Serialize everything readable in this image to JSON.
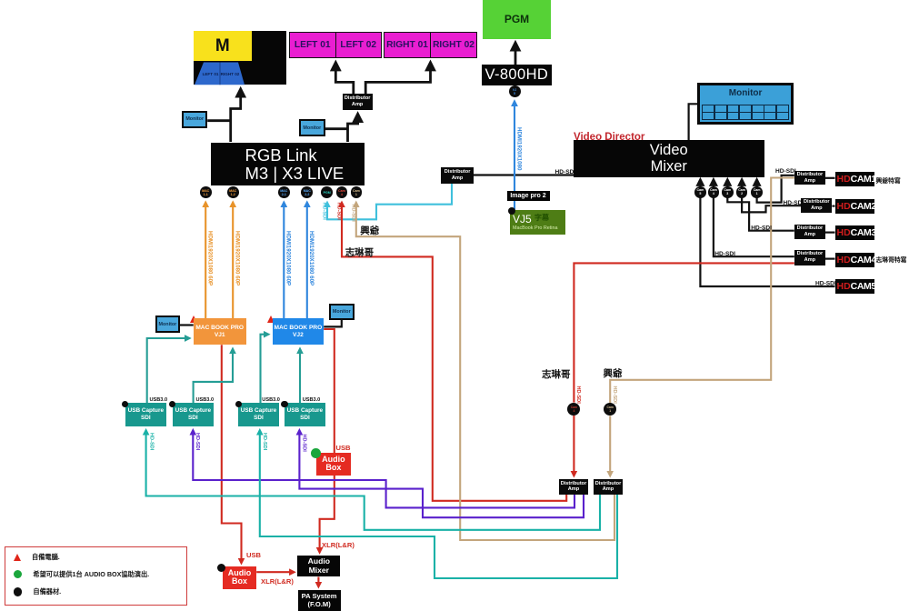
{
  "colors": {
    "magenta_screen": "#e91ed1",
    "yellow_screen": "#f8e11c",
    "blue_projection": "#2d68cc",
    "pgm_green": "#56d236",
    "monitor_blue": "#49a7dc",
    "device_black": "#060606",
    "vj1_orange": "#f2953b",
    "vj2_blue": "#2088e8",
    "vj5_green": "#4e7d15",
    "usb_capture_teal": "#18988e",
    "audio_red": "#e52b22",
    "wire_black": "#111111",
    "wire_orange": "#e8932a",
    "wire_blue": "#2f86dd",
    "wire_cyan": "#3fc0dc",
    "wire_red": "#d02a20",
    "wire_tan": "#c3a57c",
    "wire_purple": "#5a21cc",
    "wire_teal": "#19b1a7",
    "wire_usb3_teal": "#259d95",
    "director_red": "#c2272e",
    "hd_red": "#cf1d1d",
    "legend_border_red": "#cf3b3b"
  },
  "screens": {
    "m": "M",
    "m_left": "LEFT 01",
    "m_right": "RIGHT 02",
    "left1": "LEFT 01",
    "left2": "LEFT 02",
    "right1": "RIGHT 01",
    "right2": "RIGHT 02",
    "pgm": "PGM"
  },
  "devices": {
    "v800hd": "V-800HD",
    "v800hd_port1": "VJ",
    "v800hd_port2": "5",
    "rgb_link": {
      "line1": "RGB Link",
      "line2": "M3 | X3 LIVE"
    },
    "monitor": "Monitor",
    "distributor_amp1": "Distributor",
    "distributor_amp2": "Amp",
    "image_pro": "Image pro 2",
    "vj5": {
      "name": "VJ5",
      "subtitle": "字幕",
      "model": "MacBook Pro Retina"
    },
    "video_director": "Video Director",
    "video_mixer": {
      "line1": "Video",
      "line2": "Mixer"
    },
    "macbook1": {
      "line1": "MAC BOOK PRO",
      "line2": "VJ1"
    },
    "macbook2": {
      "line1": "MAC BOOK PRO",
      "line2": "VJ2"
    },
    "usb_capture": {
      "line1": "USB Capture",
      "line2": "SDI"
    },
    "audio_box": {
      "line1": "Audio",
      "line2": "Box"
    },
    "audio_mixer": {
      "line1": "Audio",
      "line2": "Mixer"
    },
    "pa_system": {
      "line1": "PA System",
      "line2": "(F.O.M)"
    }
  },
  "rgb_ports": [
    {
      "l1": "MAC",
      "l2": "1-1"
    },
    {
      "l1": "MAC",
      "l2": "1-2"
    },
    {
      "l1": "MAC",
      "l2": "2-1"
    },
    {
      "l1": "MAC",
      "l2": "2-2"
    },
    {
      "l1": "PGM",
      "l2": ""
    },
    {
      "l1": "Cam",
      "l2": "4"
    },
    {
      "l1": "Cam",
      "l2": "1"
    }
  ],
  "mixer_ports": [
    {
      "l1": "Cam",
      "l2": "5"
    },
    {
      "l1": "Cam",
      "l2": "4"
    },
    {
      "l1": "Cam",
      "l2": "3"
    },
    {
      "l1": "Cam",
      "l2": "2"
    },
    {
      "l1": "Cam",
      "l2": "1"
    }
  ],
  "hdcams": [
    {
      "hd": "HD",
      "name": "CAM1",
      "note": "興爺特寫"
    },
    {
      "hd": "HD",
      "name": "CAM2",
      "note": ""
    },
    {
      "hd": "HD",
      "name": "CAM3",
      "note": ""
    },
    {
      "hd": "HD",
      "name": "CAM4",
      "note": "志琳哥特寫"
    },
    {
      "hd": "HD",
      "name": "CAM5",
      "note": ""
    }
  ],
  "cameras": {
    "zhilin": {
      "label": "志琳哥",
      "port1": "Cam",
      "port2": "4"
    },
    "xing": {
      "label": "興爺",
      "port1": "Cam",
      "port2": "1"
    }
  },
  "wire_labels": {
    "hdsdi": "HD-SDI",
    "hdmi60": "HDMI1920X1080 60P",
    "hdmi": "HDMI1920X1080",
    "usb": "USB",
    "usb3": "USB3.0",
    "xlr": "XLR(L&R)"
  },
  "legend": [
    {
      "marker": "red-triangle",
      "text": "自備電腦."
    },
    {
      "marker": "green-circle",
      "text": "希望可以提供1台 AUDIO BOX協助演出."
    },
    {
      "marker": "black-circle",
      "text": "自備器材."
    }
  ]
}
